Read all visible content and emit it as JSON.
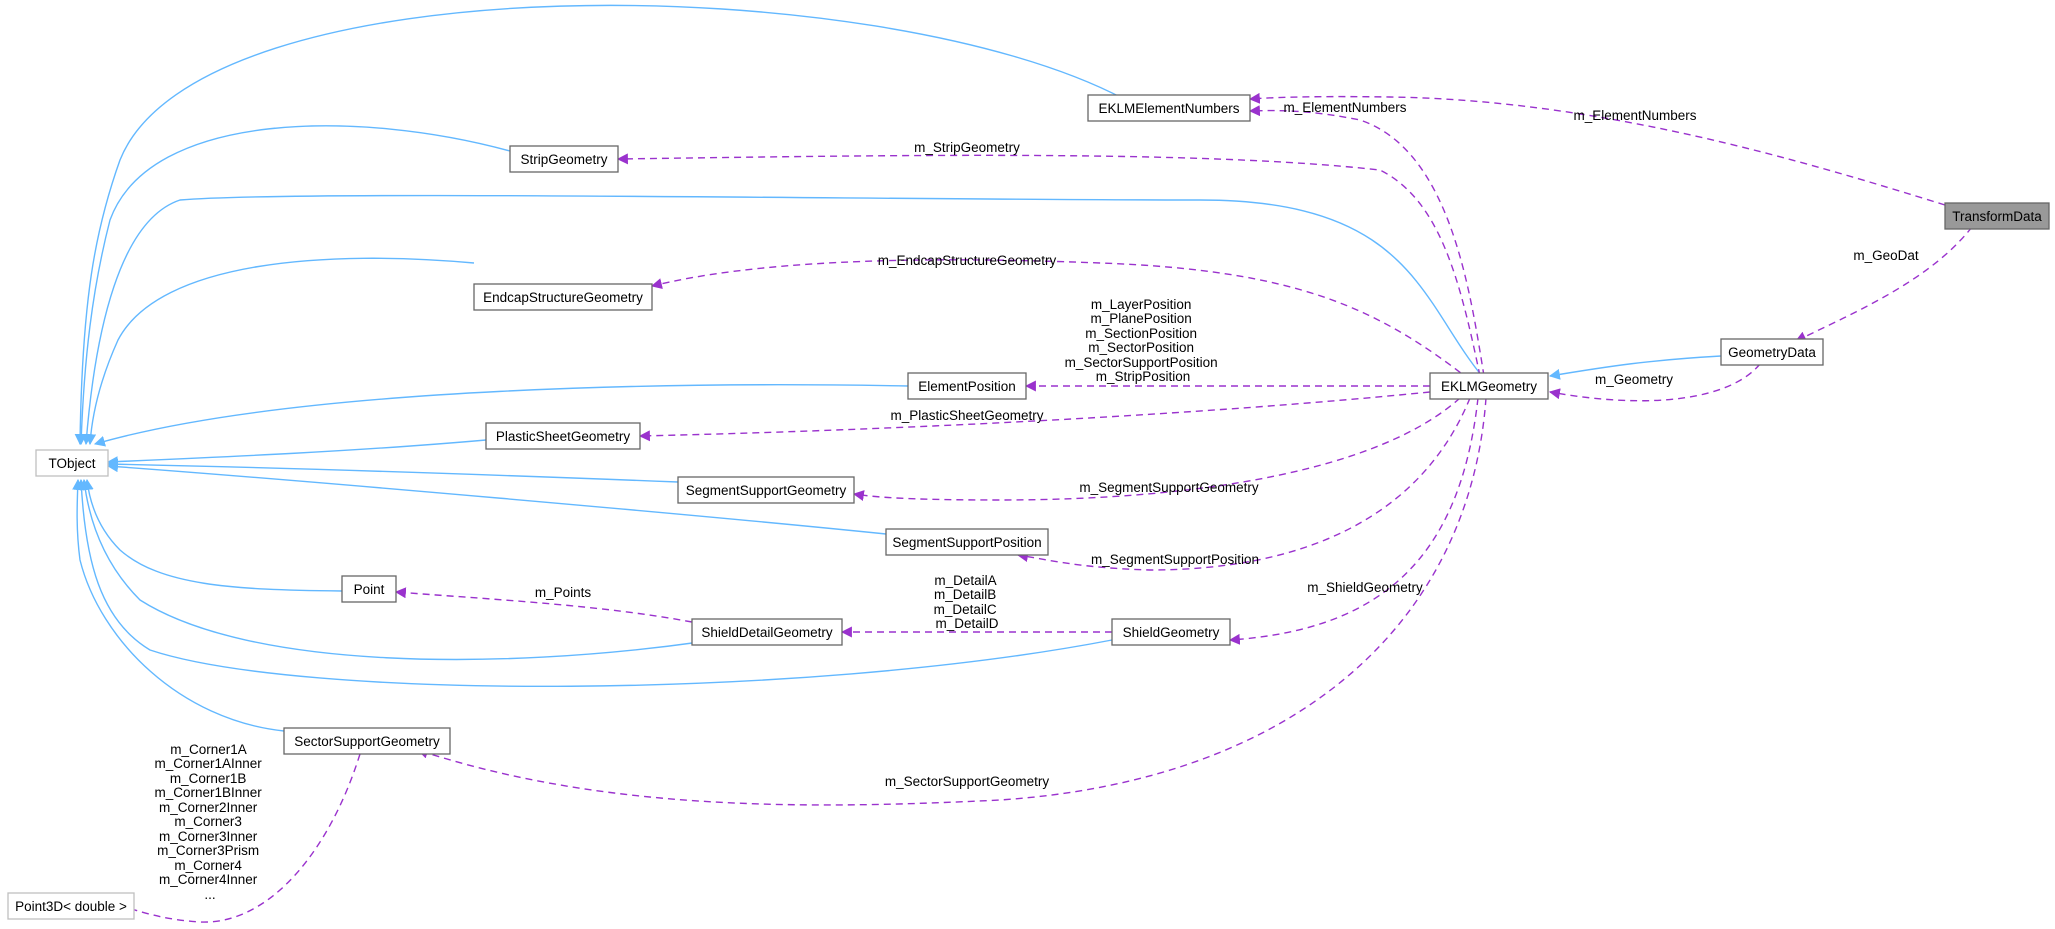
{
  "nodes": {
    "tobject": "TObject",
    "eklm_element_numbers": "EKLMElementNumbers",
    "strip_geometry": "StripGeometry",
    "endcap_structure_geometry": "EndcapStructureGeometry",
    "element_position": "ElementPosition",
    "plastic_sheet_geometry": "PlasticSheetGeometry",
    "segment_support_geometry": "SegmentSupportGeometry",
    "segment_support_position": "SegmentSupportPosition",
    "point": "Point",
    "shield_detail_geometry": "ShieldDetailGeometry",
    "shield_geometry": "ShieldGeometry",
    "sector_support_geometry": "SectorSupportGeometry",
    "point3d": "Point3D< double >",
    "eklm_geometry": "EKLMGeometry",
    "geometry_data": "GeometryData",
    "transform_data": "TransformData"
  },
  "labels": {
    "element_numbers_td": "m_ElementNumbers",
    "element_numbers_eg": "m_ElementNumbers",
    "strip_geometry": "m_StripGeometry",
    "endcap_structure_geometry": "m_EndcapStructureGeometry",
    "element_position": [
      "m_LayerPosition",
      "m_PlanePosition",
      "m_SectionPosition",
      "m_SectorPosition",
      "m_SectorSupportPosition",
      "m_StripPosition"
    ],
    "plastic_sheet_geometry": "m_PlasticSheetGeometry",
    "segment_support_geometry": "m_SegmentSupportGeometry",
    "segment_support_position": "m_SegmentSupportPosition",
    "shield_geometry": "m_ShieldGeometry",
    "details": [
      "m_DetailA",
      "m_DetailB",
      "m_DetailC",
      "m_DetailD"
    ],
    "points": "m_Points",
    "sector_support_geometry": "m_SectorSupportGeometry",
    "corners": [
      "m_Corner1A",
      "m_Corner1AInner",
      "m_Corner1B",
      "m_Corner1BInner",
      "m_Corner2Inner",
      "m_Corner3",
      "m_Corner3Inner",
      "m_Corner3Prism",
      "m_Corner4",
      "m_Corner4Inner",
      "..."
    ],
    "geo_dat": "m_GeoDat",
    "geometry": "m_Geometry"
  },
  "colors": {
    "inheritance": "#63b8ff",
    "usage": "#9a32cd",
    "selected_fill": "#999999"
  }
}
